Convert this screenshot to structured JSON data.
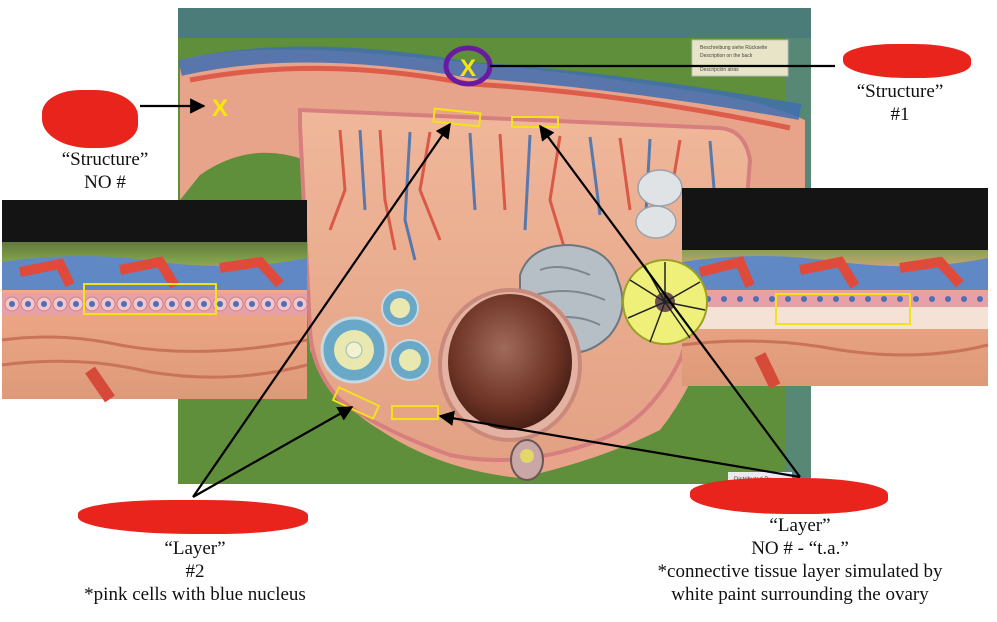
{
  "markers": {
    "x_left": "X",
    "x_top": "X"
  },
  "plaque": {
    "line1": "Beschreibung siehe Rückseite",
    "line2": "Description on the back",
    "line3": "Descripción atrás"
  },
  "distributor_tag": "Distributed By",
  "labels": {
    "top_left": {
      "line1": "“Structure”",
      "line2": "NO #"
    },
    "top_right": {
      "line1": "“Structure”",
      "line2": "#1"
    },
    "bottom_left": {
      "line1": "“Layer”",
      "line2": "#2",
      "line3": "*pink cells with blue nucleus"
    },
    "bottom_right": {
      "line1": "“Layer”",
      "line2": "NO # - “t.a.”",
      "line3": "*connective tissue layer simulated by",
      "line4": "white paint surrounding the ovary"
    }
  },
  "colors": {
    "highlight_box": "#f2e21c",
    "circle_marker": "#6a1aa0",
    "redaction": "#e8241c",
    "arrow": "#000000",
    "background_green": "#5f8f3a"
  }
}
